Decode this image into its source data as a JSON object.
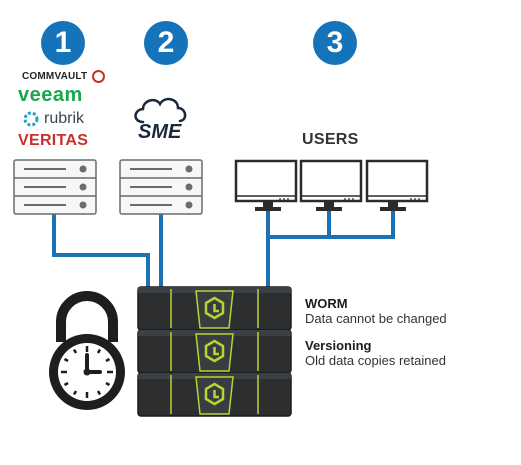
{
  "steps": [
    {
      "number": "1"
    },
    {
      "number": "2"
    },
    {
      "number": "3"
    }
  ],
  "vendors": {
    "commvault": "COMMVAULT",
    "veeam": "veeam",
    "rubrik": "rubrik",
    "veritas": "VERITAS"
  },
  "sme_label": "SME",
  "users_label": "USERS",
  "features": [
    {
      "title": "WORM",
      "description": "Data cannot be changed"
    },
    {
      "title": "Versioning",
      "description": "Old data copies retained"
    }
  ],
  "colors": {
    "step_blue": "#1573b9",
    "link_blue": "#1a72b3",
    "storage_dark": "#2c2e2f",
    "storage_accent": "#b8d332",
    "veeam_green": "#1ba64b",
    "veritas_red": "#c8312b"
  }
}
